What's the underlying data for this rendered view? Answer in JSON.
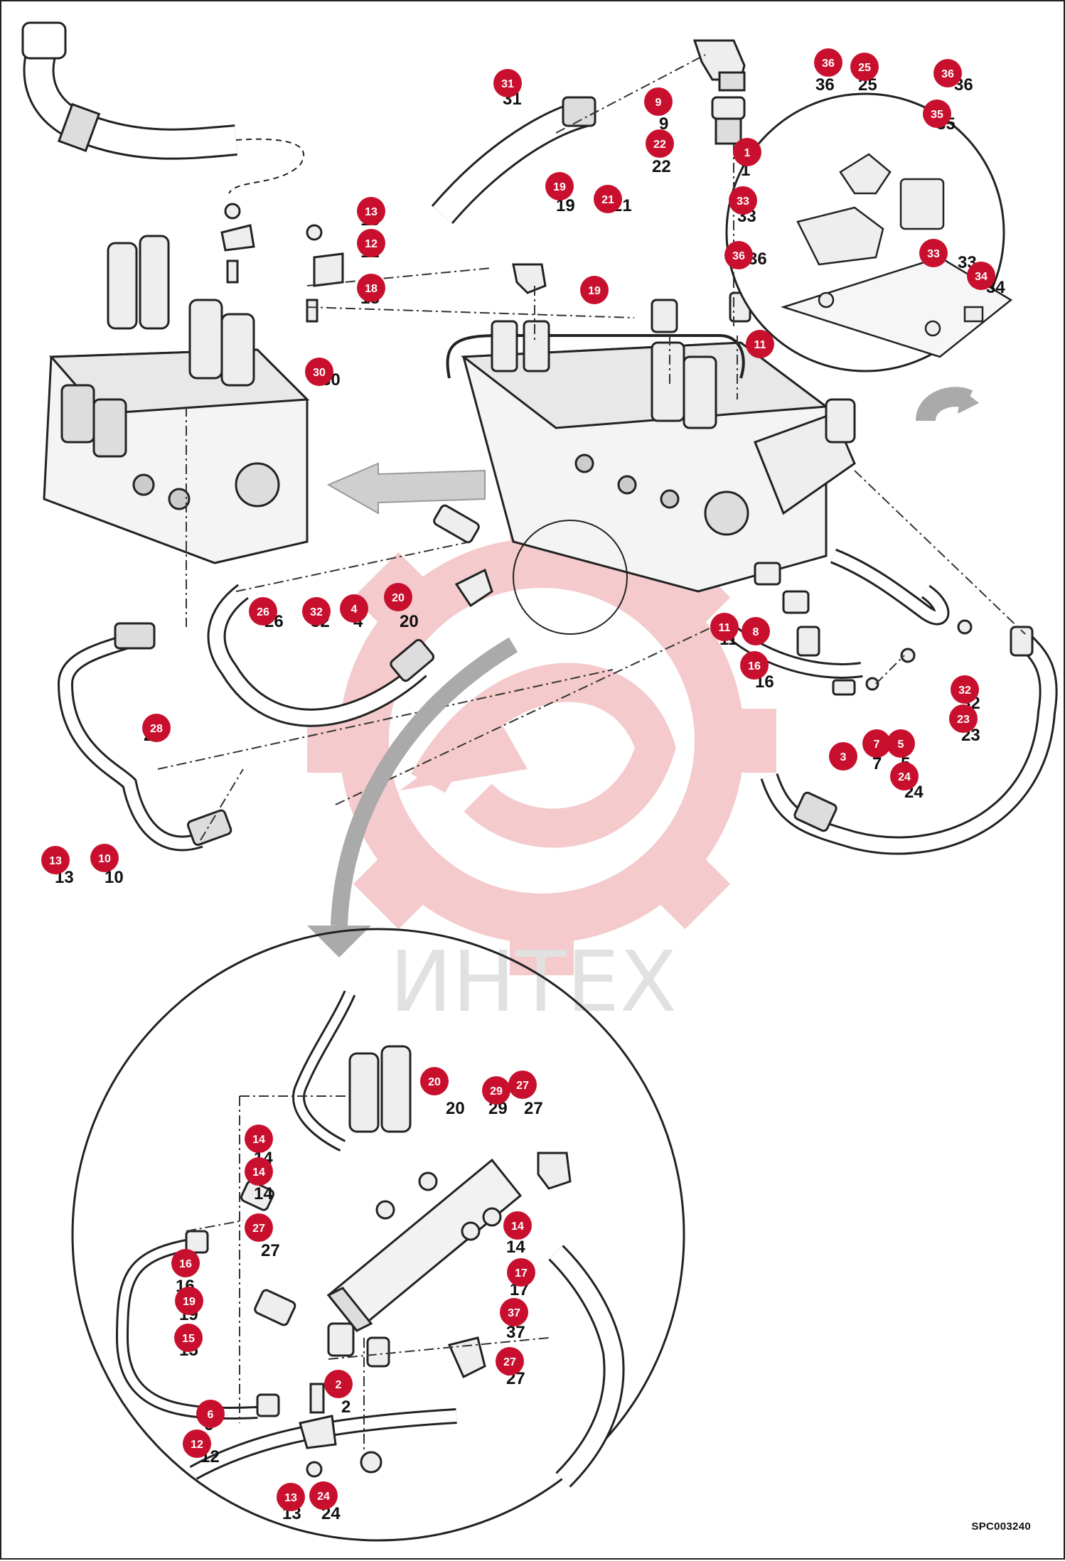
{
  "watermark": {
    "text": "ИНТЕХ",
    "color": "#f3c5c7"
  },
  "drawing_code": "SPC003240",
  "badge_color": "#c8102e",
  "callouts": [
    {
      "label": "31"
    },
    {
      "label": "9"
    },
    {
      "label": "22"
    },
    {
      "label": "36"
    },
    {
      "label": "25"
    },
    {
      "label": "36"
    },
    {
      "label": "35"
    },
    {
      "label": "1"
    },
    {
      "label": "33"
    },
    {
      "label": "36"
    },
    {
      "label": "33"
    },
    {
      "label": "34"
    },
    {
      "label": "19"
    },
    {
      "label": "21"
    },
    {
      "label": "13"
    },
    {
      "label": "12"
    },
    {
      "label": "18"
    },
    {
      "label": "19"
    },
    {
      "label": "11"
    },
    {
      "label": "30"
    },
    {
      "label": "26"
    },
    {
      "label": "32"
    },
    {
      "label": "4"
    },
    {
      "label": "20"
    },
    {
      "label": "11"
    },
    {
      "label": "8"
    },
    {
      "label": "16"
    },
    {
      "label": "32"
    },
    {
      "label": "23"
    },
    {
      "label": "3"
    },
    {
      "label": "7"
    },
    {
      "label": "5"
    },
    {
      "label": "24"
    },
    {
      "label": "28"
    },
    {
      "label": "13"
    },
    {
      "label": "10"
    },
    {
      "label": "20"
    },
    {
      "label": "29"
    },
    {
      "label": "27"
    },
    {
      "label": "14"
    },
    {
      "label": "14"
    },
    {
      "label": "27"
    },
    {
      "label": "14"
    },
    {
      "label": "17"
    },
    {
      "label": "16"
    },
    {
      "label": "37"
    },
    {
      "label": "19"
    },
    {
      "label": "15"
    },
    {
      "label": "27"
    },
    {
      "label": "2"
    },
    {
      "label": "6"
    },
    {
      "label": "12"
    },
    {
      "label": "13"
    },
    {
      "label": "24"
    }
  ]
}
